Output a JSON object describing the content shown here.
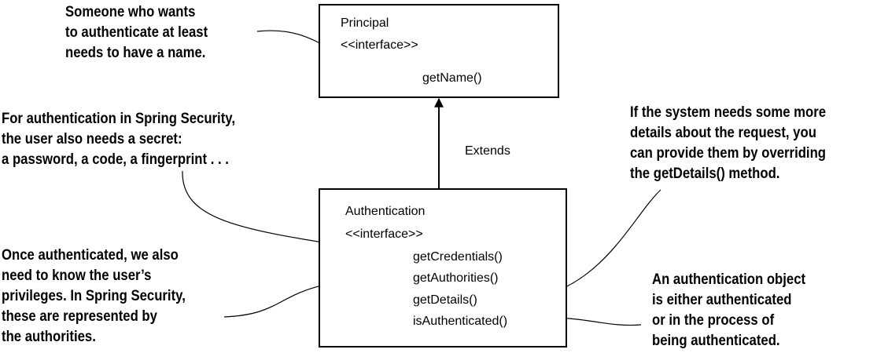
{
  "principal": {
    "name": "Principal",
    "stereotype": "<<interface>>",
    "methods": [
      "getName()"
    ]
  },
  "authentication": {
    "name": "Authentication",
    "stereotype": "<<interface>>",
    "methods": [
      "getCredentials()",
      "getAuthorities()",
      "getDetails()",
      "isAuthenticated()"
    ]
  },
  "relation": {
    "label": "Extends"
  },
  "annotations": {
    "name_note": [
      "Someone who wants",
      "to authenticate at least",
      "needs to have a name."
    ],
    "credentials_note": [
      "For authentication in Spring Security,",
      "the user also needs a secret:",
      "a password, a code, a fingerprint . . ."
    ],
    "authorities_note": [
      "Once authenticated, we also",
      "need to know the user’s",
      "privileges. In Spring Security,",
      "these are represented by",
      "the authorities."
    ],
    "details_note": [
      "If the system needs some more",
      "details about the request, you",
      "can provide them by overriding",
      "the getDetails() method."
    ],
    "authenticated_note": [
      "An authentication object",
      "is either authenticated",
      "or in the process of",
      "being authenticated."
    ]
  }
}
